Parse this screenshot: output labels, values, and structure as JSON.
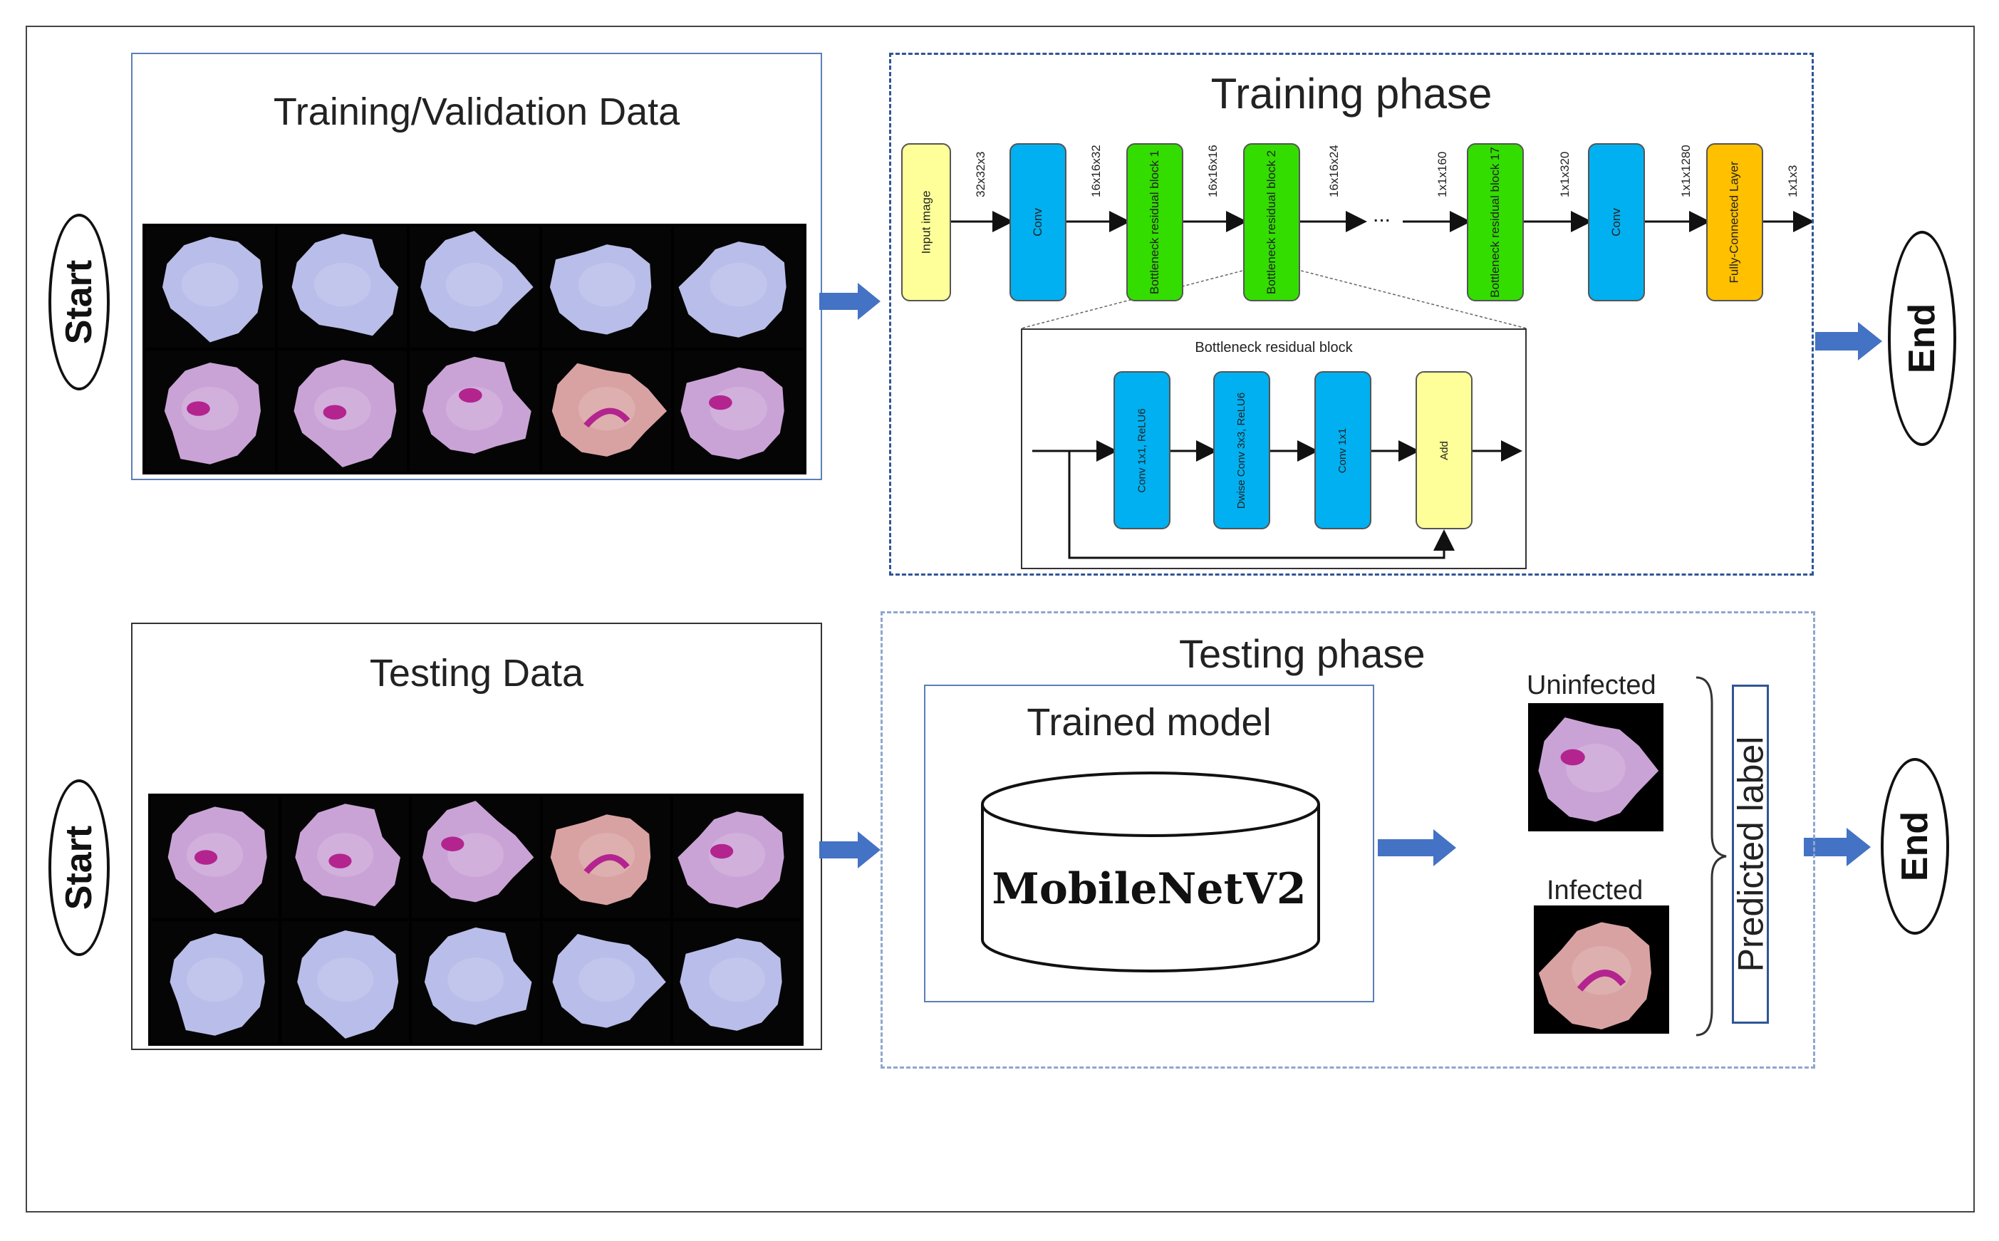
{
  "start_label": "Start",
  "end_label": "End",
  "training_data": {
    "title": "Training/Validation Data"
  },
  "testing_data": {
    "title": "Testing Data"
  },
  "training_phase": {
    "title": "Training phase",
    "blocks": [
      {
        "label": "Input image",
        "color": "#ffff99"
      },
      {
        "label": "Conv",
        "color": "#00b0f0"
      },
      {
        "label": "Bottleneck residual block 1",
        "color": "#33dd00"
      },
      {
        "label": "Bottleneck residual block 2",
        "color": "#33dd00"
      },
      {
        "label": "Bottleneck residual block 17",
        "color": "#33dd00"
      },
      {
        "label": "Conv",
        "color": "#00b0f0"
      },
      {
        "label": "Fully-Connected Layer",
        "color": "#ffc000"
      }
    ],
    "dims": [
      "32x32x3",
      "16x16x32",
      "16x16x16",
      "16x16x24",
      "1x1x160",
      "1x1x320",
      "1x1x1280",
      "1x1x3"
    ],
    "ellipsis": "...",
    "bottleneck": {
      "title": "Bottleneck residual block",
      "blocks": [
        {
          "label": "Conv 1x1, ReLU6",
          "color": "#00b0f0"
        },
        {
          "label": "Dwise Conv 3x3, ReLU6",
          "color": "#00b0f0"
        },
        {
          "label": "Conv 1x1",
          "color": "#00b0f0"
        },
        {
          "label": "Add",
          "color": "#ffff99"
        }
      ]
    }
  },
  "testing_phase": {
    "title": "Testing phase",
    "trained_model": "Trained model",
    "model_name": "MobileNetV2",
    "uninfected_label": "Uninfected",
    "infected_label": "Infected",
    "predicted_label": "Predicted label"
  },
  "colors": {
    "arrow": "#4472c4",
    "panel_border": "#5b7fb8",
    "dashed_border": "#2f5597"
  }
}
